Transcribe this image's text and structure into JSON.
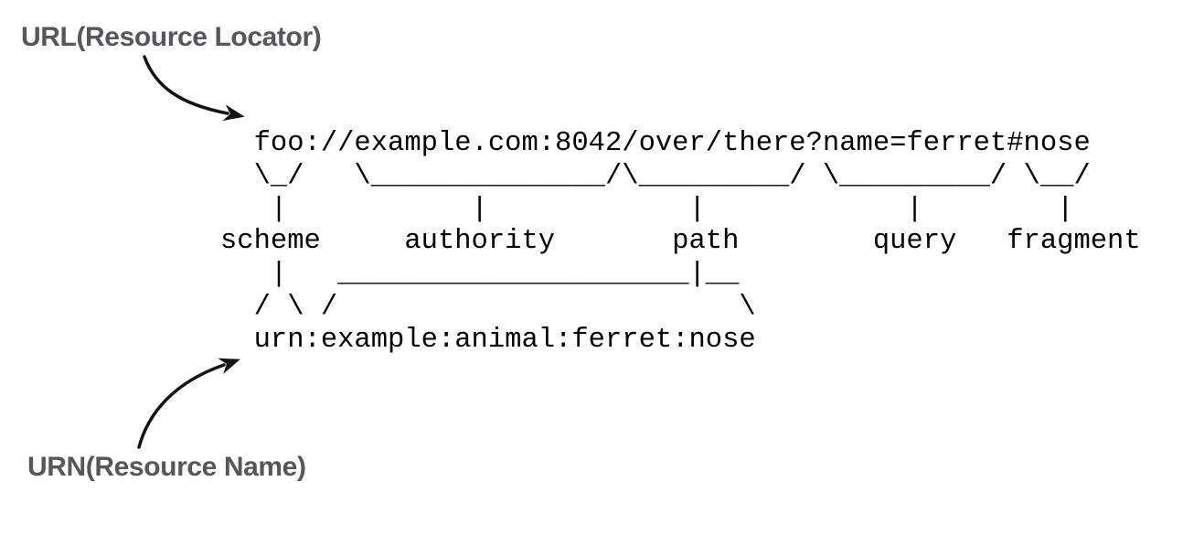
{
  "page": {
    "background": "#ffffff"
  },
  "annotations": {
    "url_label": "URL(Resource Locator)",
    "urn_label": "URN(Resource Name)",
    "label_color": "#57575b",
    "arrow_color": "#141414"
  },
  "diagram": {
    "type": "uri-structure-ascii",
    "uri_example": "foo://example.com:8042/over/there?name=ferret#nose",
    "urn_example": "urn:example:animal:ferret:nose",
    "component_labels": [
      "scheme",
      "authority",
      "path",
      "query",
      "fragment"
    ],
    "text_color": "#000000",
    "ascii_lines": [
      "  foo://example.com:8042/over/there?name=ferret#nose",
      "  \\_/   \\______________/\\_________/ \\_________/ \\__/",
      "   |           |            |            |        |",
      "scheme     authority       path        query   fragment",
      "   |   _____________________|__",
      "  / \\ /                        \\",
      "  urn:example:animal:ferret:nose"
    ]
  }
}
